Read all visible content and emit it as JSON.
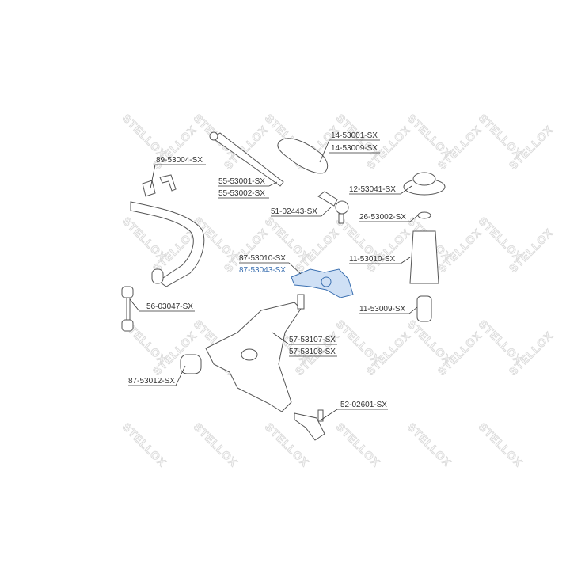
{
  "watermark": "STELLOX",
  "colors": {
    "highlight": "#3a6fb0",
    "highlight_fill": "#cfe0f5",
    "line": "#333333"
  },
  "labels": {
    "stab_bushing": "89-53004-SX",
    "tie_rod_1": "55-53001-SX",
    "tie_rod_2": "55-53002-SX",
    "boot_1": "14-53001-SX",
    "boot_2": "14-53009-SX",
    "strut_mount": "12-53041-SX",
    "tie_rod_end": "51-02443-SX",
    "bearing": "26-53002-SX",
    "bracket_1": "87-53010-SX",
    "bracket_2": "87-53043-SX",
    "dust_boot": "11-53010-SX",
    "stab_link": "56-03047-SX",
    "bump_stop": "11-53009-SX",
    "control_arm_1": "57-53107-SX",
    "control_arm_2": "57-53108-SX",
    "arm_bushing": "87-53012-SX",
    "ball_joint": "52-02601-SX"
  }
}
